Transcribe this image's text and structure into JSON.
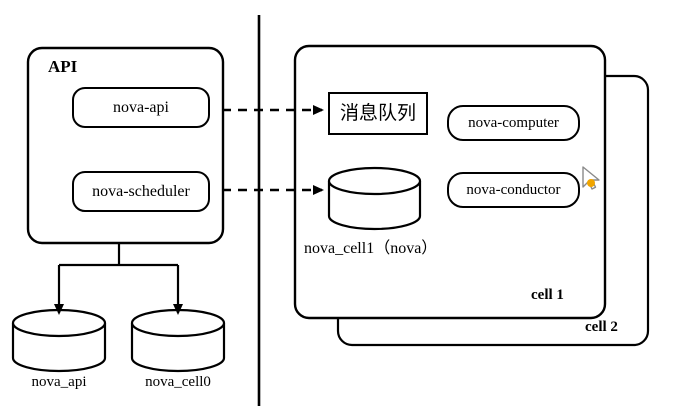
{
  "diagram": {
    "title_region_left": {
      "group_label": "API",
      "nodes": [
        {
          "id": "nova-api",
          "label": "nova-api"
        },
        {
          "id": "nova-scheduler",
          "label": "nova-scheduler"
        }
      ],
      "databases": [
        {
          "id": "nova_api",
          "label": "nova_api"
        },
        {
          "id": "nova_cell0",
          "label": "nova_cell0"
        }
      ]
    },
    "title_region_right": {
      "cells": [
        {
          "id": "cell1",
          "label": "cell 1"
        },
        {
          "id": "cell2",
          "label": "cell 2"
        }
      ],
      "queue": {
        "id": "message-queue",
        "label": "消息队列"
      },
      "database": {
        "id": "nova_cell1",
        "label": "nova_cell1（nova）"
      },
      "nodes": [
        {
          "id": "nova-computer",
          "label": "nova-computer"
        },
        {
          "id": "nova-conductor",
          "label": "nova-conductor"
        }
      ]
    },
    "connections": [
      {
        "id": "api-to-queue",
        "style": "dashed",
        "arrow": "true"
      },
      {
        "id": "scheduler-to-cell1-db",
        "style": "dashed",
        "arrow": "true"
      },
      {
        "id": "api-to-nova_api",
        "style": "solid",
        "arrow": "true"
      },
      {
        "id": "api-to-nova_cell0",
        "style": "solid",
        "arrow": "true"
      }
    ],
    "divider": {
      "id": "vertical-divider",
      "orientation": "vertical"
    },
    "cursor": {
      "id": "mouse-pointer",
      "color": "#f0a500"
    }
  },
  "colors": {
    "stroke": "#000000",
    "background": "#ffffff",
    "cursor_accent": "#f0a500"
  }
}
